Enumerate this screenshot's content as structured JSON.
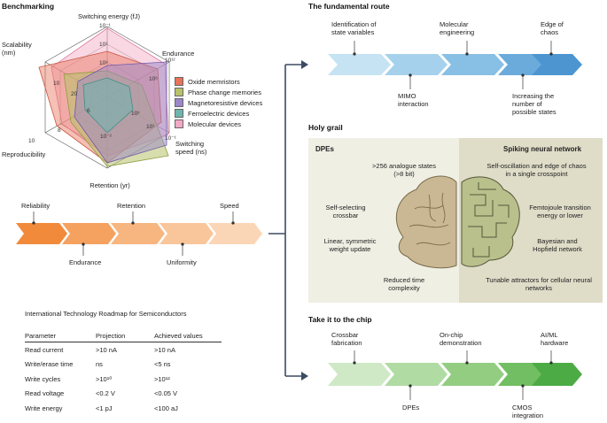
{
  "benchmarking": {
    "heading": "Benchmarking",
    "axes": {
      "switching_energy": "Switching energy (fJ)",
      "endurance": "Endurance",
      "switching_speed": "Switching speed (ns)",
      "retention": "Retention (yr)",
      "reproducibility": "Reproducibility",
      "scalability": "Scalability (nm)"
    },
    "ticks": {
      "energy": [
        "10⁻¹",
        "10¹",
        "10³"
      ],
      "endurance": [
        "10¹²",
        "10⁶",
        "10³"
      ],
      "speed": [
        "10¹",
        "10⁻¹"
      ],
      "scalability": [
        "10",
        "20"
      ],
      "center": "6",
      "reproducibility_inner": "8",
      "reproducibility_outer": "10",
      "retention_inner": "10⁻²"
    },
    "legend": [
      {
        "label": "Oxide memristors",
        "color": "#e8735a"
      },
      {
        "label": "Phase change memories",
        "color": "#b8c16a"
      },
      {
        "label": "Magnetoresistive devices",
        "color": "#9a86c8"
      },
      {
        "label": "Ferroelectric devices",
        "color": "#6fb5ad"
      },
      {
        "label": "Molecular devices",
        "color": "#f2a9c4"
      }
    ],
    "chevrons": [
      {
        "label": "Reliability",
        "color": "#f28a3c"
      },
      {
        "label": "Endurance",
        "color": "#f5a261"
      },
      {
        "label": "Retention",
        "color": "#f7b57f"
      },
      {
        "label": "Uniformity",
        "color": "#f9c69c"
      },
      {
        "label": "Speed",
        "color": "#fbd6b6"
      }
    ]
  },
  "itrs": {
    "title": "International Technology Roadmap for Semiconductors",
    "headers": [
      "Parameter",
      "Projection",
      "Achieved values"
    ],
    "rows": [
      [
        "Read current",
        ">10 nA",
        ">10 nA"
      ],
      [
        "Write/erase time",
        "ns",
        "<5 ns"
      ],
      [
        "Write cycles",
        ">10¹⁰",
        ">10¹²"
      ],
      [
        "Read voltage",
        "<0.2 V",
        "<0.05 V"
      ],
      [
        "Write energy",
        "<1 pJ",
        "<100 aJ"
      ]
    ]
  },
  "fundamental": {
    "heading": "The fundamental route",
    "chevrons": [
      {
        "label": "Identification of state variables",
        "color": "#c5e3f3"
      },
      {
        "label": "MIMO interaction",
        "color": "#a6d1ec"
      },
      {
        "label": "Molecular engineering",
        "color": "#88bfe4"
      },
      {
        "label": "Increasing the number of possible states",
        "color": "#6aabdc"
      },
      {
        "label": "Edge of chaos",
        "color": "#4c95d0"
      }
    ]
  },
  "holy_grail": {
    "heading": "Holy grail",
    "dpes_title": "DPEs",
    "snn_title": "Spiking neural network",
    "dpes_items": [
      ">256 analogue states (>8 bit)",
      "Self-selecting crossbar",
      "Linear, symmetric weight update",
      "Reduced time complexity"
    ],
    "snn_items": [
      "Self-oscillation and edge of chaos in a single crosspoint",
      "Femtojoule transition energy or lower",
      "Bayesian and Hopfield network",
      "Tunable attractors for cellular neural networks"
    ]
  },
  "chip": {
    "heading": "Take it to the chip",
    "chevrons": [
      {
        "label": "Crossbar fabrication",
        "color": "#cfe9c6"
      },
      {
        "label": "DPEs",
        "color": "#b0dba3"
      },
      {
        "label": "On-chip demonstration",
        "color": "#92cd82"
      },
      {
        "label": "CMOS integration",
        "color": "#72be62"
      },
      {
        "label": "AI/ML hardware",
        "color": "#4dab45"
      }
    ]
  }
}
